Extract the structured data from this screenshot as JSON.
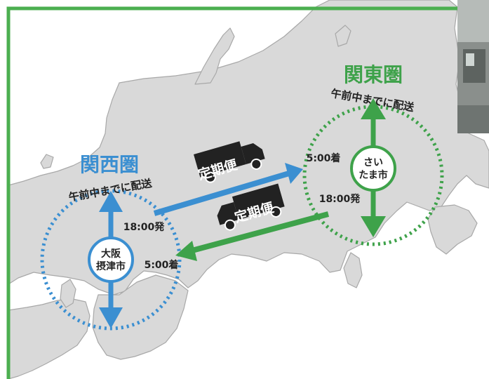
{
  "kansai": {
    "region_label": "関西圏",
    "delivery_note": "午前中までに配送",
    "city_line1": "大阪",
    "city_line2": "摂津市",
    "depart_time": "18:00発",
    "arrive_time": "5:00着"
  },
  "kanto": {
    "region_label": "関東圏",
    "delivery_note": "午前中までに配送",
    "city_line1": "さい",
    "city_line2": "たま市",
    "depart_time": "18:00発",
    "arrive_time": "5:00着"
  },
  "trucks": [
    {
      "label": "定期便",
      "direction": "kansai-to-kanto",
      "color": "#3b8fd1"
    },
    {
      "label": "定期便",
      "direction": "kanto-to-kansai",
      "color": "#3ea24a"
    }
  ],
  "colors": {
    "kansai_blue": "#3b8fd1",
    "kanto_green": "#3ea24a",
    "frame_green": "#4caf50",
    "land": "#d9d9d9",
    "land_border": "#a8a8a8",
    "truck": "#222222"
  },
  "icons": [
    "truck-icon",
    "truck-icon",
    "photo-thumbnail"
  ]
}
